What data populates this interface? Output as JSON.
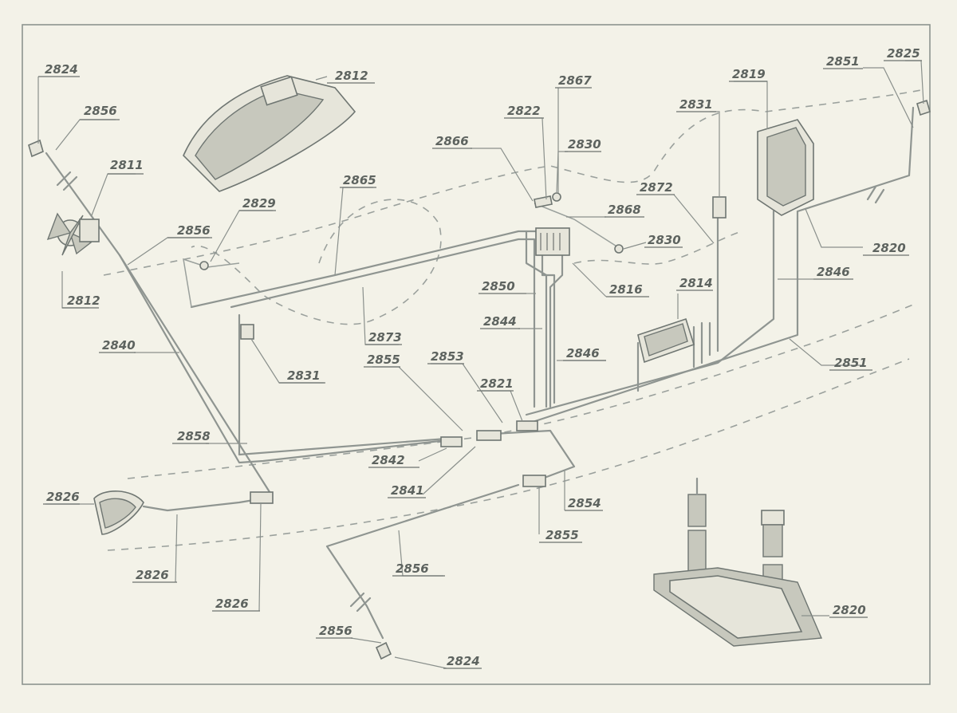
{
  "labels": {
    "l2812a": "2812",
    "l2812b": "2812",
    "l2824a": "2824",
    "l2824b": "2824",
    "l2856a": "2856",
    "l2856b": "2856",
    "l2856c": "2856",
    "l2856d": "2856",
    "l2811": "2811",
    "l2840": "2840",
    "l2858": "2858",
    "l2826a": "2826",
    "l2826b": "2826",
    "l2826c": "2826",
    "l2829": "2829",
    "l2865": "2865",
    "l2873": "2873",
    "l2831a": "2831",
    "l2831b": "2831",
    "l2855a": "2855",
    "l2855b": "2855",
    "l2853": "2853",
    "l2821": "2821",
    "l2842": "2842",
    "l2841": "2841",
    "l2854": "2854",
    "l2866": "2866",
    "l2822": "2822",
    "l2867": "2867",
    "l2830a": "2830",
    "l2830b": "2830",
    "l2868": "2868",
    "l2872": "2872",
    "l2816": "2816",
    "l2850": "2850",
    "l2844": "2844",
    "l2846a": "2846",
    "l2846b": "2846",
    "l2814": "2814",
    "l2819": "2819",
    "l2820a": "2820",
    "l2820b": "2820",
    "l2851a": "2851",
    "l2851b": "2851",
    "l2825": "2825"
  }
}
